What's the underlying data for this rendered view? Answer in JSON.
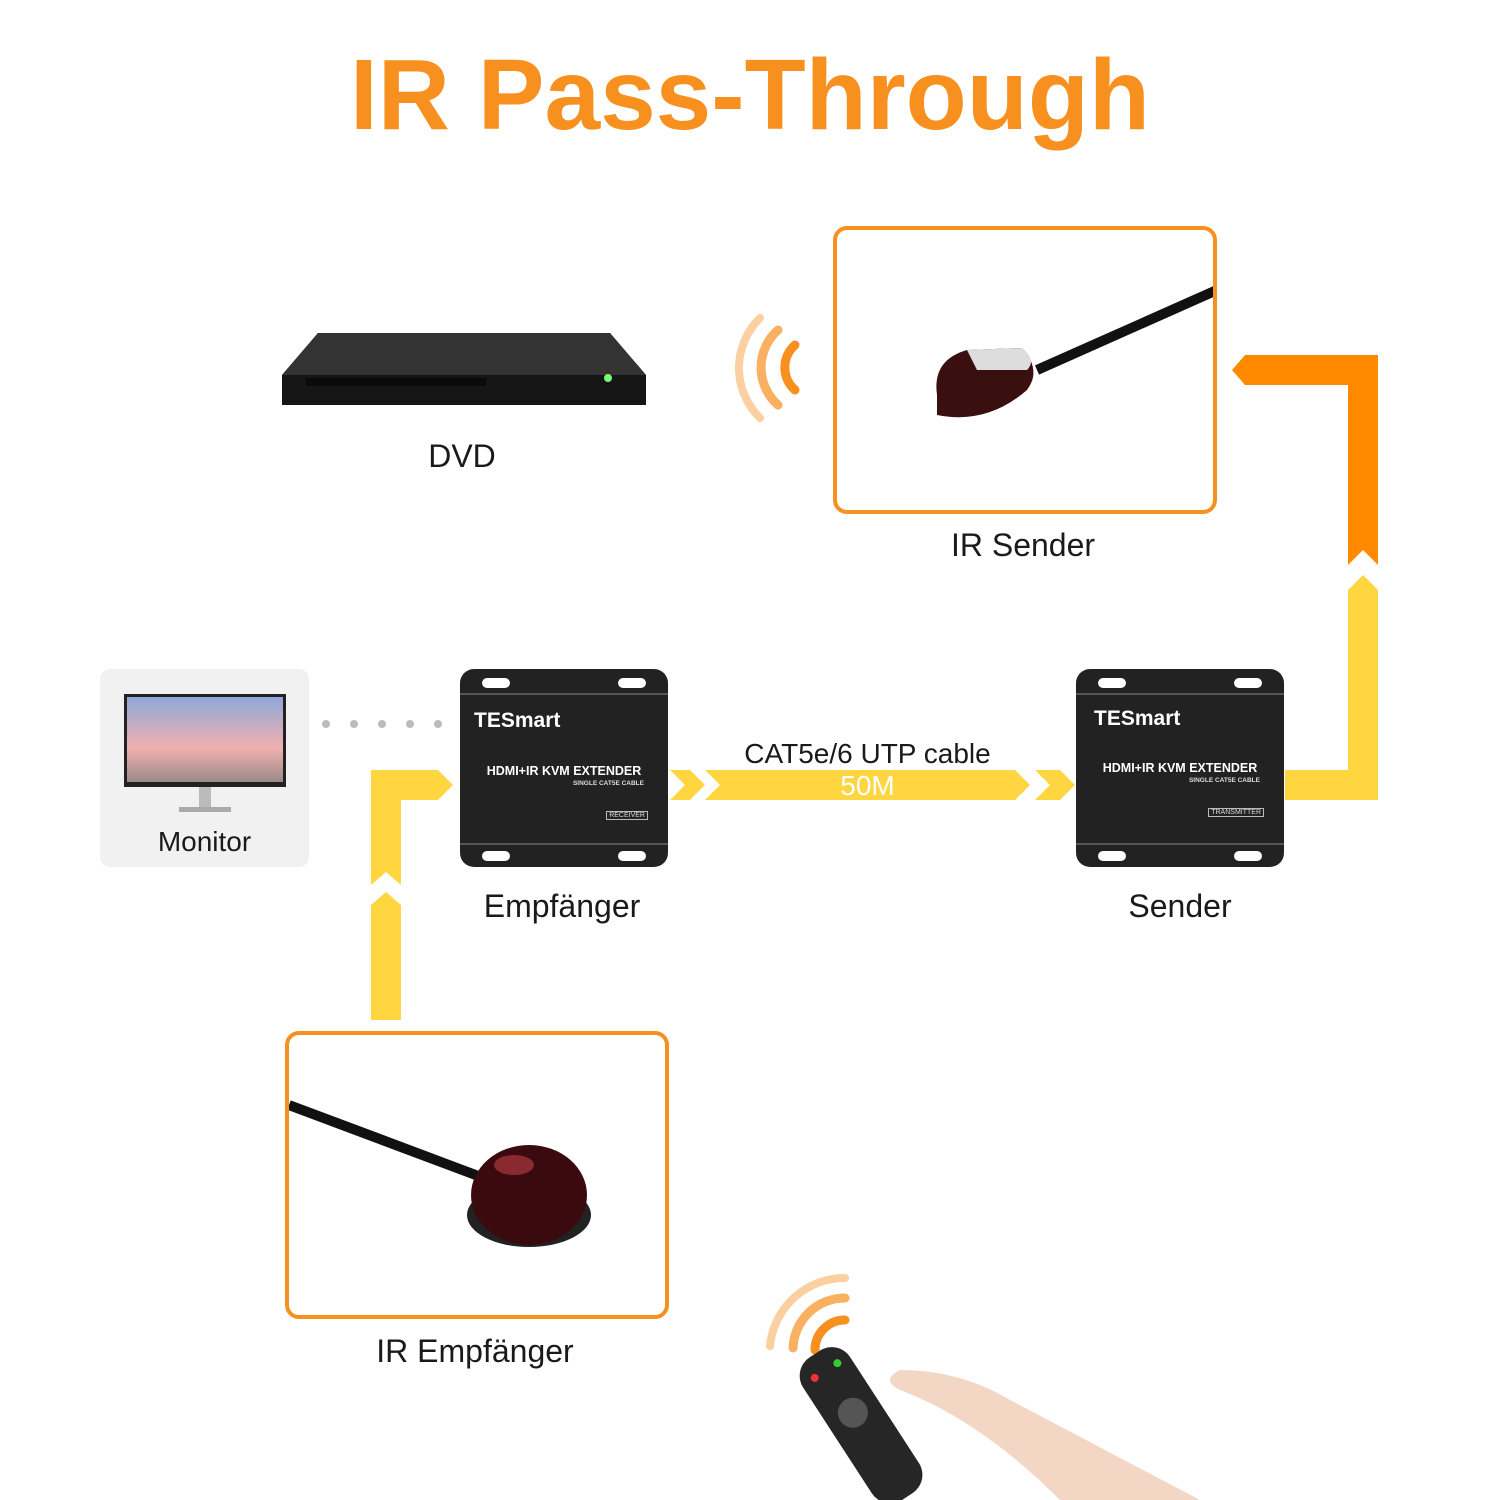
{
  "title": "IR Pass-Through",
  "colors": {
    "orange": "#F7901E",
    "yellow": "#FFD640",
    "device": "#222222"
  },
  "labels": {
    "dvd": "DVD",
    "ir_sender": "IR Sender",
    "monitor": "Monitor",
    "receiver": "Empfänger",
    "sender": "Sender",
    "ir_receiver": "IR Empfänger"
  },
  "cable": {
    "type": "CAT5e/6 UTP cable",
    "length": "50M"
  },
  "receiver_box": {
    "brand": "TESmart",
    "model": "HDMI+IR KVM EXTENDER",
    "sub": "SINGLE CAT5E CABLE",
    "tag": "RECEIVER"
  },
  "sender_box": {
    "brand": "TESmart",
    "model": "HDMI+IR KVM EXTENDER",
    "sub": "SINGLE CAT5E CABLE",
    "tag": "TRANSMITTER"
  }
}
